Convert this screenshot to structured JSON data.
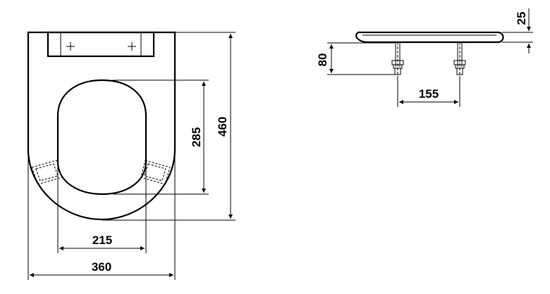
{
  "dimensions": {
    "overall_width": "360",
    "hinge_spacing_front": "215",
    "overall_length": "460",
    "opening_length": "285",
    "thickness": "25",
    "fixing_height": "80",
    "hinge_spacing_side": "155"
  }
}
